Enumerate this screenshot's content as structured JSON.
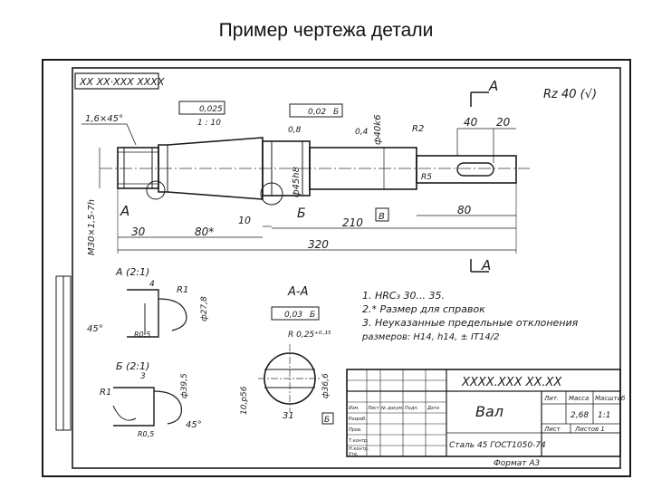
{
  "page": {
    "title": "Пример чертежа детали"
  },
  "drawing": {
    "stamp_code": "XX XX·XXX XXXX",
    "section_label": "A",
    "section_marks": [
      "A",
      "A"
    ],
    "roughness": "Rz 40 (√)",
    "tolerances": {
      "runout": "0,025",
      "taper": "1 : 10",
      "perp": "0,02",
      "perp_base": "Б",
      "chamfer_left": "1,6×45°"
    },
    "dimensions": {
      "d_thread": "M30×1,5-7h",
      "d1": "ф45h8",
      "d2": "ф40k6",
      "dim_08": "0,8",
      "dim_04": "0,4",
      "r2": "R2",
      "r5": "R5",
      "l40": "40",
      "l20": "20",
      "l80_right": "80",
      "l30": "30",
      "l80_star": "80*",
      "l10": "10",
      "l210": "210",
      "l320": "320",
      "base_b": "Б",
      "base_v": "В",
      "base_a": "А"
    },
    "detail_a": {
      "title": "А (2:1)",
      "d": "ф27,8",
      "r1": "R1",
      "l4": "4",
      "r05": "R0,5",
      "angle": "45°"
    },
    "detail_b": {
      "title": "Б (2:1)",
      "d": "ф39,5",
      "r1": "R1",
      "l3": "3",
      "r05": "R0,5",
      "angle": "45°"
    },
    "section_aa": {
      "title": "А-А",
      "tol": "0,03",
      "tol_base": "Б",
      "radius": "R 0,25⁺⁰·¹⁵",
      "d1": "ф36,6",
      "d2": "10,р56",
      "l31": "31",
      "base": "Б"
    },
    "notes": [
      "1. HRC₃ 30... 35.",
      "2.* Размер для справок",
      "3. Неуказанные предельные отклонения",
      "    размеров: H14, h14, ± IT14/2"
    ],
    "title_block": {
      "code": "XXXX.XXX XX.XX",
      "name": "Вал",
      "material": "Сталь 45 ГОСТ1050-74",
      "lit_label": "Лит.",
      "mass_label": "Масса",
      "scale_label": "Масштаб",
      "mass": "2,68",
      "scale": "1:1",
      "sheet_label": "Лист",
      "sheets_label": "Листов 1",
      "rows": [
        "Изм.",
        "Лист",
        "№ докум.",
        "Подп.",
        "Дата"
      ],
      "side_rows": [
        "Разраб.",
        "Пров.",
        "Т.контр.",
        "Н.контр.",
        "Утв."
      ],
      "format": "Формат А3"
    }
  }
}
